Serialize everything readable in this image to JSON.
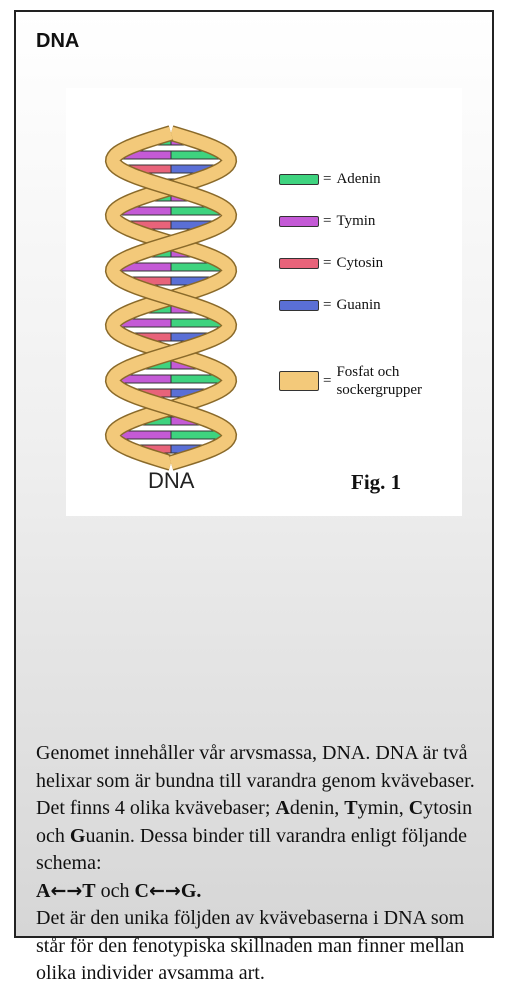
{
  "heading": "DNA",
  "figure": {
    "diagram_label": "DNA",
    "caption": "Fig. 1",
    "legend": [
      {
        "color": "#3ed37f",
        "label": "Adenin"
      },
      {
        "color": "#c45ad6",
        "label": "Tymin"
      },
      {
        "color": "#e8637a",
        "label": "Cytosin"
      },
      {
        "color": "#5a6fd6",
        "label": "Guanin"
      },
      {
        "color": "#f3c97a",
        "label": "Fosfat och sockergrupper"
      }
    ],
    "equals": "="
  },
  "body": {
    "para1": "Genomet innehåller vår arvsmassa, DNA. DNA är två helixar som är bundna till varandra genom kvävebaser. Det finns 4 olika kvävebaser;",
    "base_a_bold": "A",
    "base_a_rest": "denin,",
    "base_t_bold": "T",
    "base_t_rest": "ymin,",
    "base_c_bold": "C",
    "base_c_rest": "ytosin",
    "och": "och",
    "base_g_bold": "G",
    "base_g_rest": "uanin. Dessa binder till varandra enligt följande schema:",
    "pair1_left": "A",
    "pair1_right": "T",
    "pair_join": "och",
    "pair2_left": "C",
    "pair2_right": "G",
    "pair_end": ".",
    "arrow": "←→",
    "para3": "Det är den unika följden av kvävebaserna i DNA som står för den fenotypiska skillnaden man finner mellan olika individer avsamma art."
  }
}
